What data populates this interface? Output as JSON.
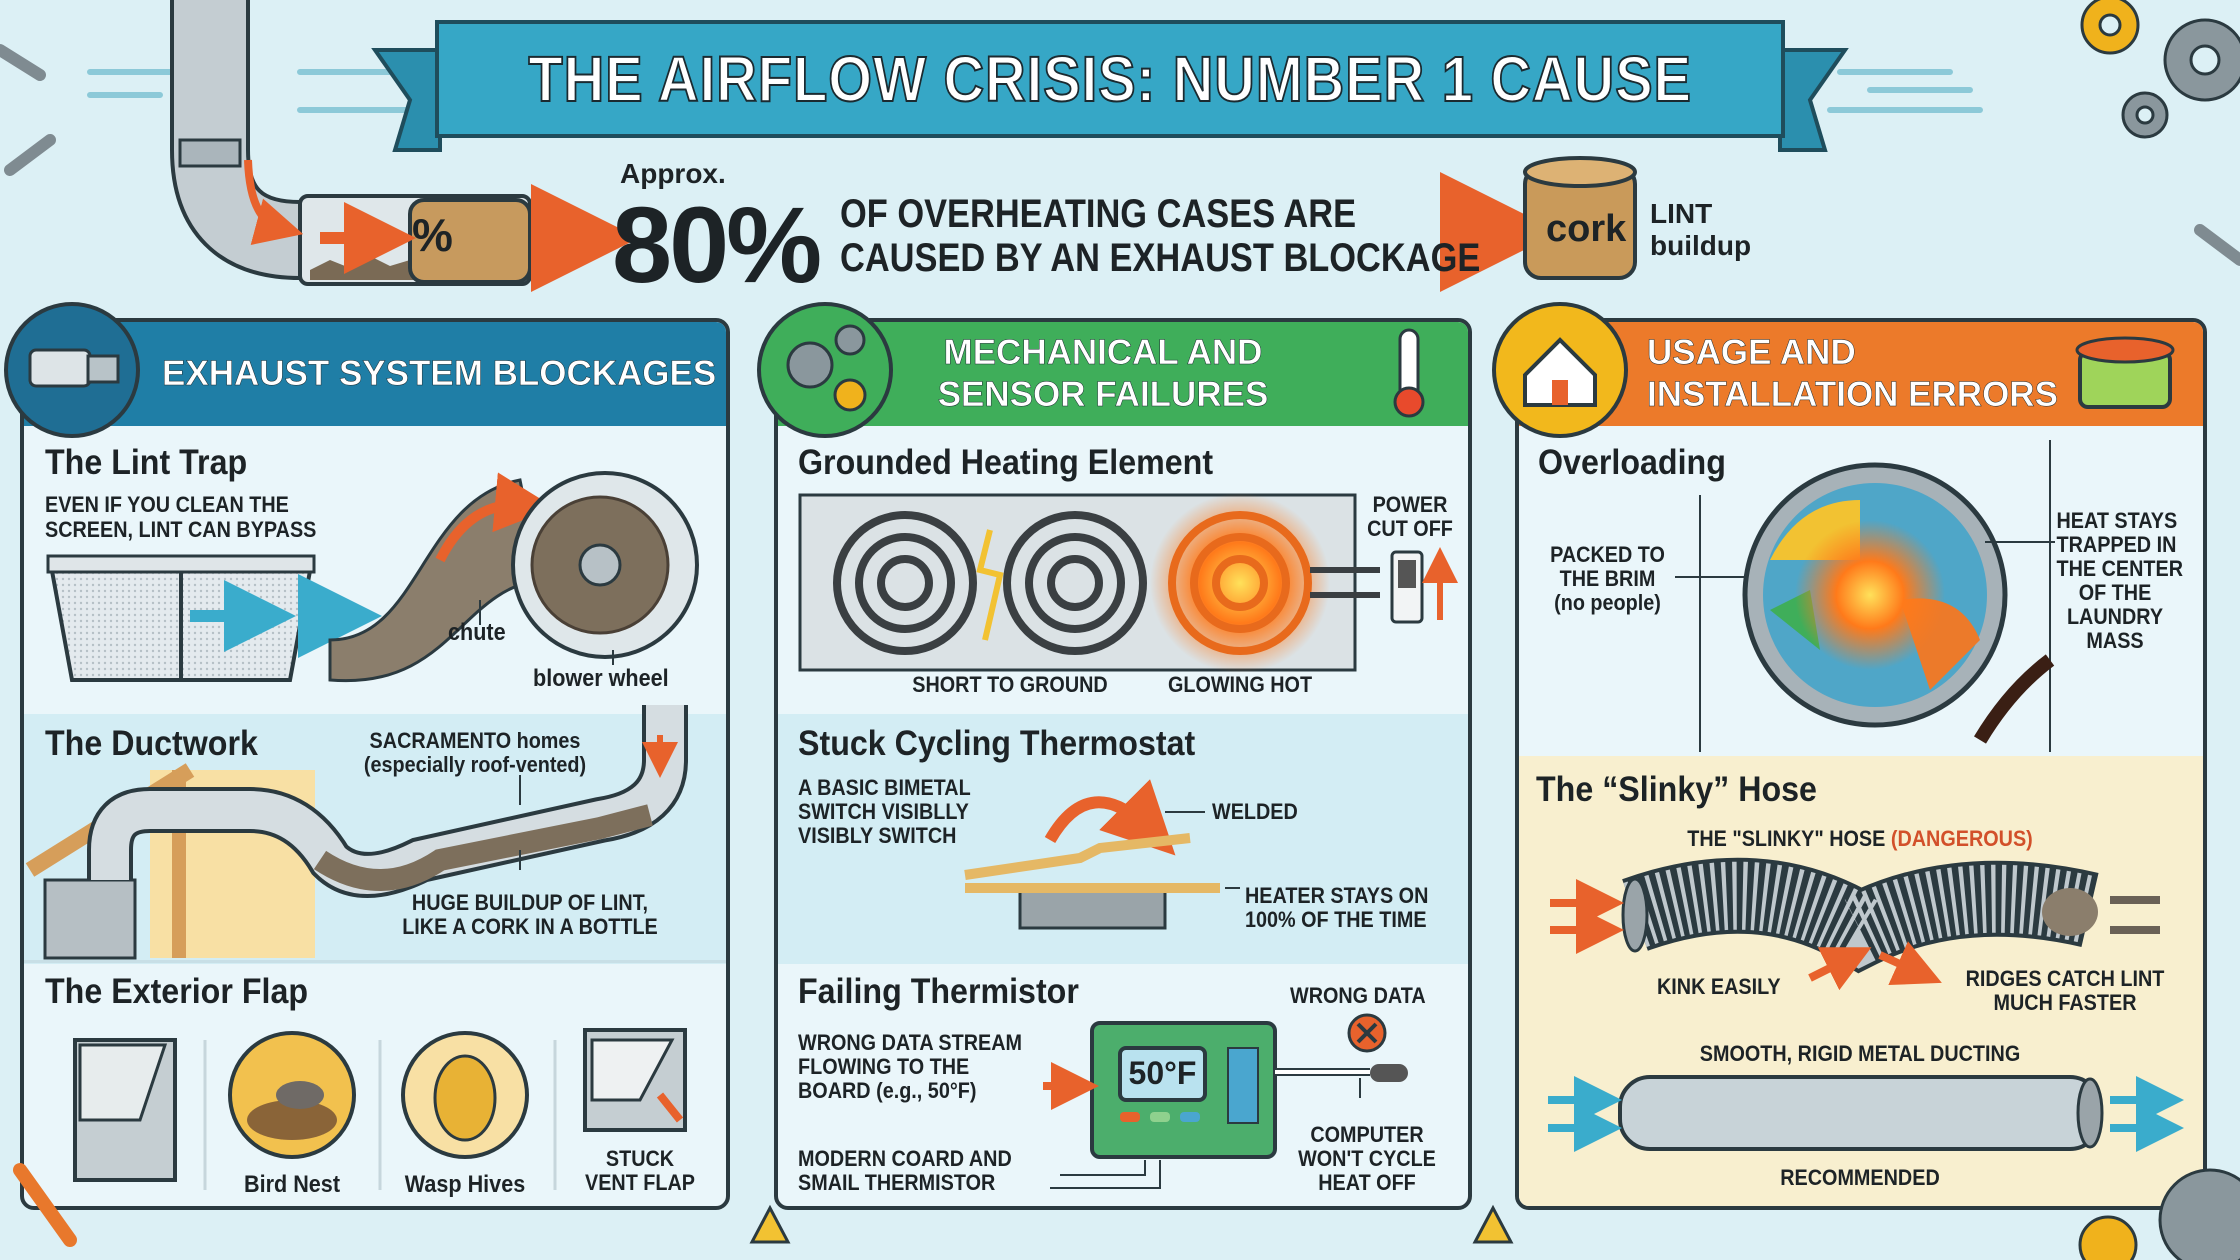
{
  "title": "THE AIRFLOW CRISIS: NUMBER 1 CAUSE",
  "stat": {
    "approx": "Approx.",
    "percent": "80%",
    "line1": "OF OVERHEATING CASES ARE",
    "line2": "CAUSED BY AN EXHAUST BLOCKAGE",
    "pipe_symbol": "%",
    "cork_label": "cork",
    "lint_label_1": "LINT",
    "lint_label_2": "buildup"
  },
  "colors": {
    "background": "#dcf0f5",
    "banner": "#36a7c6",
    "exhaust": "#1f7ea6",
    "mechanical": "#3fae5a",
    "usage": "#ec7a2a",
    "danger": "#d2502a"
  },
  "panels": {
    "exhaust": {
      "title": "EXHAUST SYSTEM BLOCKAGES",
      "lint_trap": {
        "heading": "The Lint Trap",
        "desc_1": "EVEN IF YOU CLEAN THE",
        "desc_2": "SCREEN, LINT CAN BYPASS",
        "chute": "chute",
        "blower": "blower wheel"
      },
      "ductwork": {
        "heading": "The Ductwork",
        "label_1": "SACRAMENTO homes",
        "label_2": "(especially roof-vented)",
        "buildup_1": "HUGE BUILDUP OF LINT,",
        "buildup_2": "LIKE A CORK IN A BOTTLE"
      },
      "exterior": {
        "heading": "The Exterior Flap",
        "items": [
          "Bird Nest",
          "Wasp Hives"
        ],
        "stuck_1": "STUCK",
        "stuck_2": "VENT FLAP"
      }
    },
    "mechanical": {
      "title_1": "MECHANICAL AND",
      "title_2": "SENSOR FAILURES",
      "grounded": {
        "heading": "Grounded Heating Element",
        "short": "SHORT TO GROUND",
        "glowing": "GLOWING HOT",
        "power_1": "POWER",
        "power_2": "CUT OFF"
      },
      "thermostat": {
        "heading": "Stuck Cycling Thermostat",
        "desc_1": "A BASIC BIMETAL",
        "desc_2": "SWITCH VISIBLLY",
        "desc_3": "VISIBLY SWITCH",
        "welded": "WELDED",
        "heater_1": "HEATER STAYS ON",
        "heater_2": "100% OF THE TIME"
      },
      "thermistor": {
        "heading": "Failing Thermistor",
        "wrong": "WRONG DATA",
        "desc_1": "WRONG DATA STREAM",
        "desc_2": "FLOWING TO THE",
        "desc_3": "BOARD (e.g., 50°F)",
        "display": "50°F",
        "modern_1": "MODERN COARD AND",
        "modern_2": "SMAIL THERMISTOR",
        "computer_1": "COMPUTER",
        "computer_2": "WON'T CYCLE",
        "computer_3": "HEAT OFF"
      }
    },
    "usage": {
      "title_1": "USAGE AND",
      "title_2": "INSTALLATION ERRORS",
      "overloading": {
        "heading": "Overloading",
        "packed_1": "PACKED TO",
        "packed_2": "THE BRIM",
        "packed_3": "(no people)",
        "heat_1": "HEAT STAYS",
        "heat_2": "TRAPPED IN",
        "heat_3": "THE CENTER",
        "heat_4": "OF THE",
        "heat_5": "LAUNDRY",
        "heat_6": "MASS"
      },
      "slinky": {
        "heading": "The “Slinky” Hose",
        "sub": "THE \"SLINKY\" HOSE",
        "sub_danger": "(DANGEROUS)",
        "kink": "KINK EASILY",
        "ridges_1": "RIDGES CATCH LINT",
        "ridges_2": "MUCH FASTER",
        "smooth": "SMOOTH, RIGID METAL DUCTING",
        "recommended": "RECOMMENDED"
      }
    }
  }
}
